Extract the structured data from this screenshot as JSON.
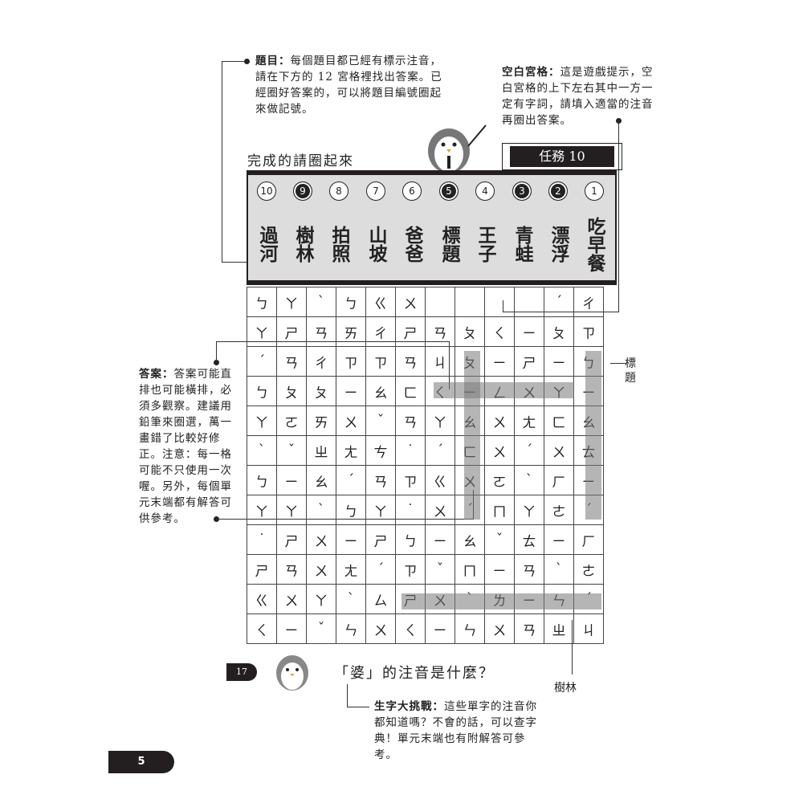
{
  "annotations": {
    "topic": {
      "label": "題目：",
      "text": "每個題目都已經有標示注音，請在下方的 12 宮格裡找出答案。已經圈好答案的，可以將題目編號圈起來做記號。"
    },
    "blank": {
      "label": "空白宮格：",
      "text": "這是遊戲提示，空白宮格的上下左右其中一方一定有字詞，請填入適當的注音再圈出答案。"
    },
    "answer": {
      "label": "答案：",
      "text": "答案可能直排也可能橫排，必須多觀察。建議用鉛筆來圈選，萬一畫錯了比較好修正。注意：每一格可能不只使用一次喔。另外，每個單元末端都有解答可供參考。"
    },
    "challenge": {
      "label": "生字大挑戰：",
      "text": "這些單字的注音你都知道嗎？不會的話，可以查字典！單元末端也有附解答可參考。"
    }
  },
  "subtitle": "完成的請圈起來",
  "task": "任務 10",
  "words": [
    {
      "n": "10",
      "t": "過河",
      "done": false
    },
    {
      "n": "9",
      "t": "樹林",
      "done": true
    },
    {
      "n": "8",
      "t": "拍照",
      "done": false
    },
    {
      "n": "7",
      "t": "山坡",
      "done": false
    },
    {
      "n": "6",
      "t": "爸爸",
      "done": false
    },
    {
      "n": "5",
      "t": "標題",
      "done": true
    },
    {
      "n": "4",
      "t": "王子",
      "done": false
    },
    {
      "n": "3",
      "t": "青蛙",
      "done": true
    },
    {
      "n": "2",
      "t": "漂浮",
      "done": true
    },
    {
      "n": "1",
      "t": "吃早餐",
      "done": false
    }
  ],
  "grid": [
    [
      "ㄅ",
      "ㄚ",
      "ˋ",
      "ㄅ",
      "ㄍ",
      "ㄨ",
      "",
      "",
      "",
      "",
      "ˊ",
      "ㄔ"
    ],
    [
      "ㄚ",
      "ㄕ",
      "ㄢ",
      "ㄞ",
      "ㄔ",
      "ㄕ",
      "ㄢ",
      "ㄆ",
      "ㄑ",
      "ㄧ",
      "ㄆ",
      "ㄗ"
    ],
    [
      "ˊ",
      "ㄢ",
      "ㄔ",
      "ㄗ",
      "ㄗ",
      "ㄢ",
      "ㄐ",
      "ㄆ",
      "ㄧ",
      "ㄕ",
      "ㄧ",
      "ㄅ"
    ],
    [
      "ㄅ",
      "ㄆ",
      "ㄆ",
      "ㄧ",
      "ㄠ",
      "ㄈ",
      "ㄑ",
      "ㄧ",
      "ㄥ",
      "ㄨ",
      "ㄚ",
      "ㄧ"
    ],
    [
      "ㄚ",
      "ㄛ",
      "ㄞ",
      "ㄨ",
      "ˇ",
      "ㄢ",
      "ㄚ",
      "ㄠ",
      "ㄨ",
      "ㄤ",
      "ㄈ",
      "ㄠ"
    ],
    [
      "ˋ",
      "ˇ",
      "ㄓ",
      "ㄤ",
      "ㄘ",
      "˙",
      "ˊ",
      "ㄈ",
      "ㄨ",
      "ˊ",
      "ㄨ",
      "ㄊ"
    ],
    [
      "ㄅ",
      "ㄧ",
      "ㄠ",
      "ˊ",
      "ㄢ",
      "ㄗ",
      "ㄍ",
      "ㄨ",
      "ㄛ",
      "ˋ",
      "ㄏ",
      "ㄧ"
    ],
    [
      "ㄚ",
      "ㄚ",
      "ˋ",
      "ㄅ",
      "ㄚ",
      "˙",
      "ㄨ",
      "ˊ",
      "ㄇ",
      "ㄚ",
      "ㄜ",
      "ˊ"
    ],
    [
      "˙",
      "ㄕ",
      "ㄨ",
      "ㄧ",
      "ㄕ",
      "ㄅ",
      "ㄧ",
      "ㄠ",
      "ˇ",
      "ㄊ",
      "ㄧ",
      "ㄏ"
    ],
    [
      "ㄕ",
      "ㄢ",
      "ㄨ",
      "ㄤ",
      "ˊ",
      "ㄗ",
      "ˇ",
      "ㄇ",
      "ㄧ",
      "ㄢ",
      "ˋ",
      "ㄜ"
    ],
    [
      "ㄍ",
      "ㄨ",
      "ㄚ",
      "ˋ",
      "ㄙ",
      "ㄕ",
      "ㄨ",
      "ˋ",
      "ㄌ",
      "ㄧ",
      "ㄣ",
      "ˊ"
    ],
    [
      "ㄑ",
      "ㄧ",
      "ˇ",
      "ㄣ",
      "ㄨ",
      "ㄑ",
      "ㄧ",
      "ㄣ",
      "ㄨ",
      "ㄢ",
      "ㄓ",
      "ㄐ"
    ]
  ],
  "side_labels": {
    "biaoti": "標題",
    "shulin": "樹林"
  },
  "question": "「婆」的注音是什麼？",
  "question_num": "17",
  "page": "5"
}
